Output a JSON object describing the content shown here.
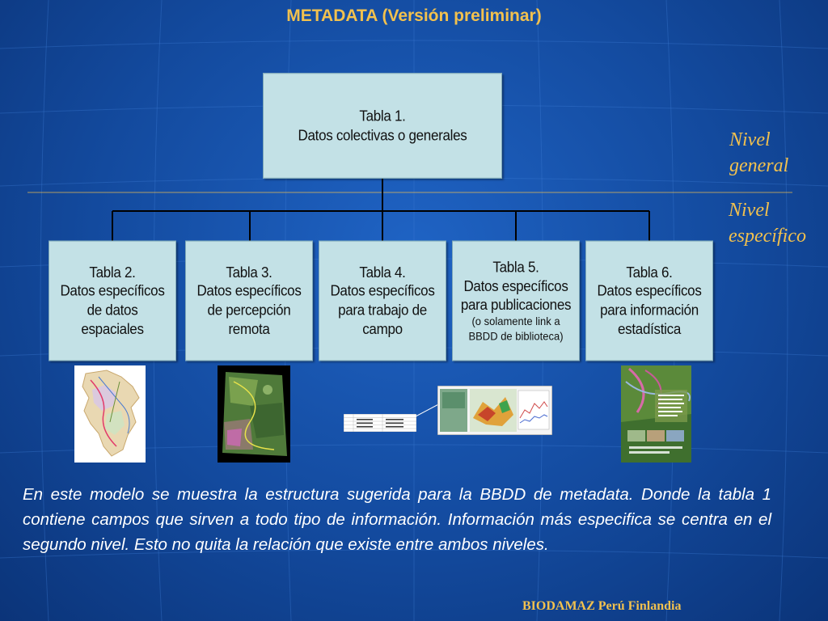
{
  "title": "METADATA (Versión preliminar)",
  "tabla1": {
    "lines": [
      "Tabla 1.",
      "Datos colectivas o generales"
    ]
  },
  "tabla2": {
    "lines": [
      "Tabla 2.",
      "Datos específicos",
      "de datos espaciales"
    ]
  },
  "tabla3": {
    "lines": [
      "Tabla 3.",
      "Datos específicos",
      "de percepción",
      "remota"
    ]
  },
  "tabla4": {
    "lines": [
      "Tabla 4.",
      "Datos específicos",
      "para trabajo de",
      "campo"
    ]
  },
  "tabla5": {
    "lines": [
      "Tabla 5.",
      "Datos específicos",
      "para publicaciones"
    ],
    "small_lines": [
      "(o solamente link a",
      "BBDD de biblioteca)"
    ]
  },
  "tabla6": {
    "lines": [
      "Tabla 6.",
      "Datos específicos",
      "para información",
      "estadística"
    ]
  },
  "nivel_general": {
    "line1": "Nivel",
    "line2": "general"
  },
  "nivel_especifico": {
    "line1": "Nivel",
    "line2": "específico"
  },
  "caption": "En este modelo se muestra la estructura sugerida para la  BBDD de metadata. Donde la  tabla 1 contiene campos que sirven a todo tipo de información. Información más especifica se centra en el segundo nivel. Esto no quita la relación que existe entre ambos niveles.",
  "footer": "BIODAMAZ Perú Finlandia",
  "colors": {
    "accent": "#f2c14e",
    "box_fill": "#c3e1e6",
    "background": "#134a9e"
  }
}
